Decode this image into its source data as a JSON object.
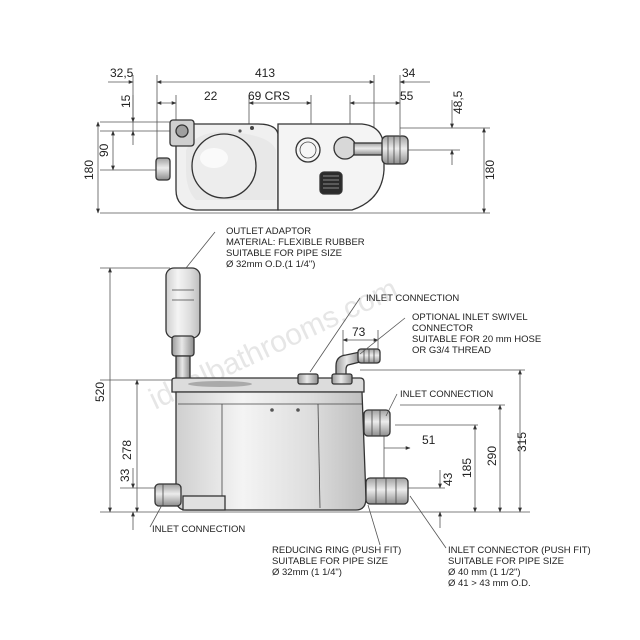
{
  "watermark": "idealbathrooms.com",
  "top_view": {
    "dims": {
      "d32_5": "32,5",
      "d413": "413",
      "d34": "34",
      "d15": "15",
      "d22": "22",
      "d69crs": "69 CRS",
      "d55": "55",
      "d48_5": "48,5",
      "d90": "90",
      "d180_left": "180",
      "d180_right": "180"
    }
  },
  "side_view": {
    "dims": {
      "d520": "520",
      "d278": "278",
      "d33": "33",
      "d73": "73",
      "d51": "51",
      "d43": "43",
      "d185": "185",
      "d290": "290",
      "d315": "315"
    },
    "callouts": {
      "outlet_adaptor": [
        "OUTLET ADAPTOR",
        "MATERIAL: FLEXIBLE RUBBER",
        "SUITABLE FOR PIPE SIZE",
        "Ø 32mm O.D.(1 1/4\")"
      ],
      "inlet_connection_top": [
        "INLET CONNECTION"
      ],
      "optional_inlet": [
        "OPTIONAL INLET SWIVEL",
        "CONNECTOR",
        "SUITABLE FOR 20 mm HOSE",
        "OR G3/4 THREAD"
      ],
      "inlet_connection_right": [
        "INLET CONNECTION"
      ],
      "inlet_connection_bottom_left": [
        "INLET CONNECTION"
      ],
      "reducing_ring": [
        "REDUCING RING (PUSH FIT)",
        "SUITABLE FOR PIPE SIZE",
        "Ø 32mm (1 1/4\")"
      ],
      "inlet_connector": [
        "INLET CONNECTOR (PUSH FIT)",
        "SUITABLE FOR PIPE SIZE",
        "Ø 40 mm (1 1/2\")",
        "Ø 41 > 43 mm O.D."
      ]
    }
  }
}
